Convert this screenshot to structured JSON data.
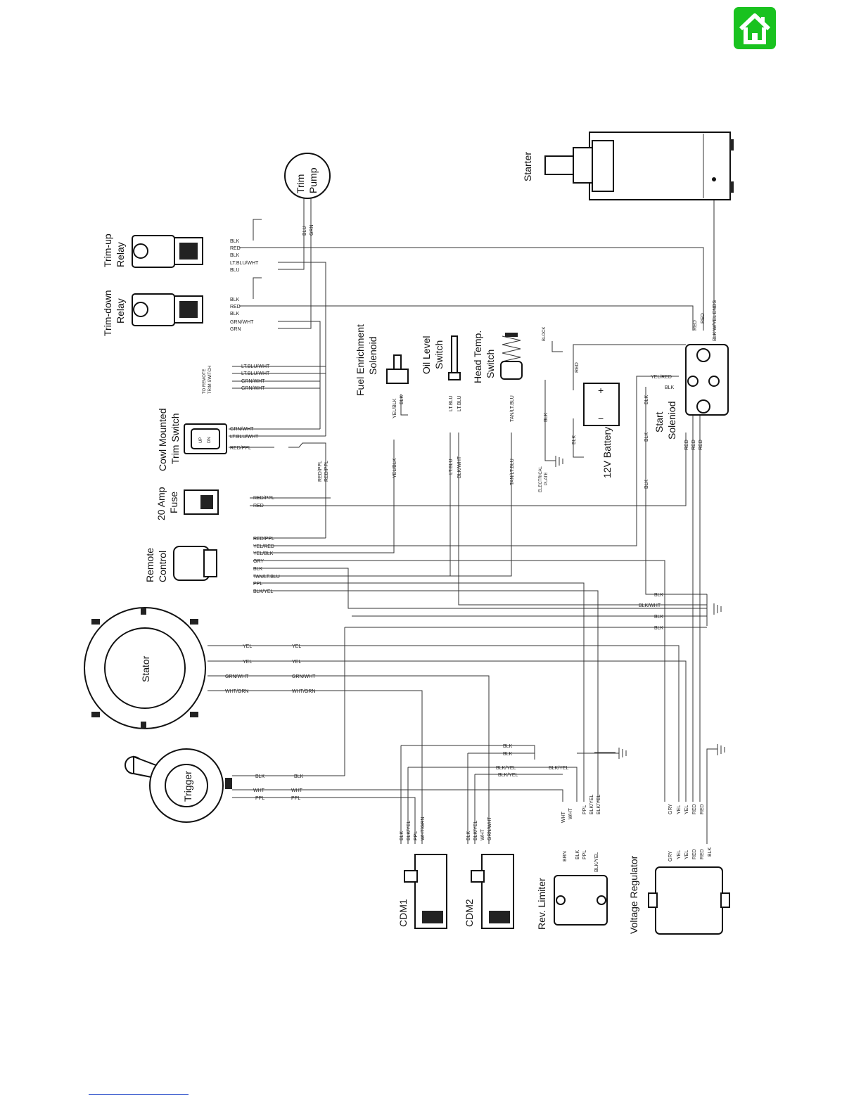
{
  "nav": {
    "home_icon": "home-icon",
    "home_color": "#19c21f"
  },
  "components": {
    "starter": "Starter",
    "trim_pump_1": "Trim",
    "trim_pump_2": "Pump",
    "trim_up_1": "Trim-up",
    "trim_up_2": "Relay",
    "trim_down_1": "Trim-down",
    "trim_down_2": "Relay",
    "fuel_1": "Fuel Enrichment",
    "fuel_2": "Solenoid",
    "oil_1": "Oil Level",
    "oil_2": "Switch",
    "head_1": "Head Temp.",
    "head_2": "Switch",
    "battery": "12V Battery",
    "start_sol_1": "Start",
    "start_sol_2": "Soleniod",
    "cowl_1": "Cowl Mounted",
    "cowl_2": "Trim Switch",
    "fuse_1": "20 Amp",
    "fuse_2": "Fuse",
    "remote_1": "Remote",
    "remote_2": "Control",
    "stator": "Stator",
    "trigger": "Trigger",
    "cdm1": "CDM1",
    "cdm2": "CDM2",
    "rev_limiter": "Rev. Limiter",
    "voltage_regulator": "Voltage Regulator",
    "to_remote_1": "TO REMOTE",
    "to_remote_2": "TRIM SWITCH",
    "block": "BLOCK",
    "electrical_plate_1": "ELECTRICAL",
    "electrical_plate_2": "PLATE",
    "up": "UP",
    "dn": "DN",
    "plus": "+",
    "minus": "−"
  },
  "wire_labels": {
    "trim_up": [
      "BLK",
      "RED",
      "BLK",
      "LT.BLU/WHT",
      "BLU"
    ],
    "trim_down": [
      "BLK",
      "RED",
      "BLK",
      "GRN/WHT",
      "GRN"
    ],
    "pump": [
      "BLU",
      "GRN"
    ],
    "to_remote": [
      "LT.BLU/WHT",
      "LT.BLU/WHT",
      "GRN/WHT",
      "GRN/WHT"
    ],
    "cowl": [
      "GRN/WHT",
      "LT.BLU/WHT",
      "RED/PPL"
    ],
    "cowl_vertical": [
      "RED/PPL",
      "RED/PPL"
    ],
    "fuse": [
      "RED/PPL",
      "RED"
    ],
    "remote": [
      "RED/PPL",
      "YEL/RED",
      "YEL/BLK",
      "GRY",
      "BLK",
      "TAN/LT.BLU",
      "PPL",
      "BLK/YEL"
    ],
    "fuel": [
      "YEL/BLK",
      "BLK",
      "YEL/BLK"
    ],
    "oil": [
      "LT.BLU",
      "LT.BLU",
      "LT.BLU",
      "BLK/WHT"
    ],
    "head": [
      "TAN/LT.BLU",
      "TAN/LT.BLU"
    ],
    "battery": [
      "BLK",
      "RED",
      "BLK"
    ],
    "solenoid": [
      "YEL/RED",
      "BLK",
      "BLK",
      "BLK",
      "BLK",
      "RED",
      "RED",
      "RED"
    ],
    "starter": [
      "RED",
      "RED",
      "BLK W/YEL ENDS"
    ],
    "ground": [
      "BLK",
      "BLK/WHT",
      "BLK",
      "BLK"
    ],
    "stator": [
      "YEL",
      "YEL",
      "YEL",
      "YEL",
      "GRN/WHT",
      "GRN/WHT",
      "WHT/GRN",
      "WHT/GRN"
    ],
    "trigger": [
      "BLK",
      "BLK",
      "WHT",
      "WHT",
      "PPL",
      "PPL"
    ],
    "cdm_bus": [
      "BLK",
      "BLK",
      "BLK/YEL",
      "BLK/YEL",
      "BLK/YEL"
    ],
    "cdm1": [
      "BLK",
      "BLK/YEL",
      "PPL",
      "WHT/GRN"
    ],
    "cdm2": [
      "BLK",
      "BLK/YEL",
      "WHT",
      "GRN/WHT"
    ],
    "rev_top": [
      "WHT",
      "WHT",
      "PPL",
      "BLK/YEL",
      "BLK/YEL"
    ],
    "rev": [
      "BRN",
      "BLK",
      "PPL",
      "BLK/YEL"
    ],
    "vr_top": [
      "GRY",
      "YEL",
      "YEL",
      "RED",
      "RED"
    ],
    "vr": [
      "GRY",
      "YEL",
      "YEL",
      "RED",
      "RED",
      "BLK"
    ]
  }
}
